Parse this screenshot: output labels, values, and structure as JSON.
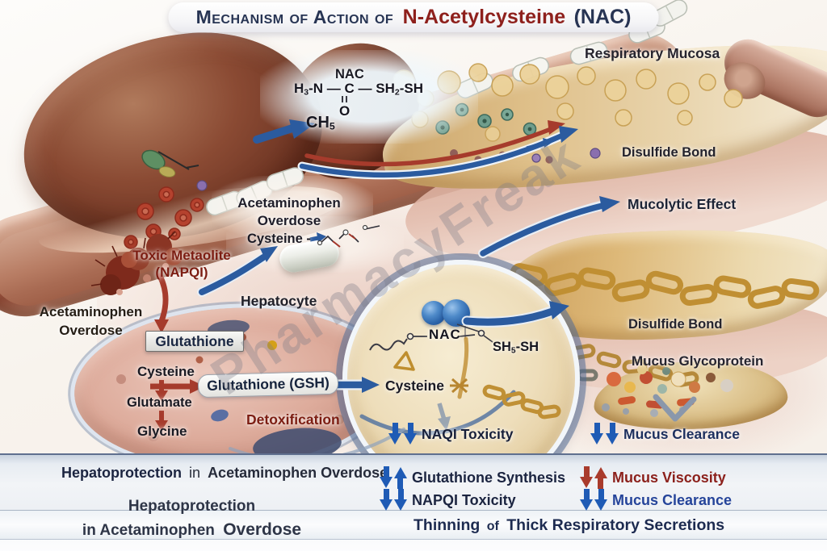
{
  "title": {
    "prefix": "Mechanism of Action of",
    "drug": "N-Acetylcysteine",
    "suffix": "(NAC)"
  },
  "watermark": "PharmacyFreak",
  "chem": {
    "nac_top": "NAC",
    "formula_a": "H",
    "formula_a_sub": "3",
    "formula_b": "-N — C — SH",
    "formula_b_sub": "2",
    "formula_c": "-SH",
    "oxygen": "O",
    "ch": "CH",
    "ch_sub": "5",
    "sh": "SH",
    "sh_sub": "5",
    "sh_rest": "-SH",
    "nac_circle": "NAC"
  },
  "labels": {
    "respiratory_mucosa": "Respiratory Mucosa",
    "overdose_l1": "Acetaminophen",
    "overdose_l2": "Overdose",
    "disulfide_bond": "Disulfide Bond",
    "mucolytic_effect": "Mucolytic Effect",
    "cysteine_dash": "Cysteine -",
    "toxic_l1": "Toxic Metaolite",
    "toxic_l2": "(NAPQI)",
    "hepatocyte": "Hepatocyte",
    "glutathione": "Glutathione",
    "cysteine": "Cysteine",
    "glutamate": "Glutamate",
    "glycine": "Glycine",
    "gsh": "Glutathione (GSH)",
    "detoxification": "Detoxification",
    "naqi_toxicity": "NAQI Toxicity",
    "mucus_glycoprotein": "Mucus Glycoprotein",
    "mucus_clearance": "Mucus Clearance"
  },
  "summary": {
    "hep_bold": "Hepatoprotection",
    "hep_in": "in",
    "hep_rest": "Acetaminophen Overdose",
    "hep2_l1": "Hepatoprotection",
    "hep2_l2a": "in Acetaminophen",
    "hep2_l2b": "Overdose",
    "glutathione_synthesis": "Glutathione Synthesis",
    "napqi_toxicity": "NAPQI Toxicity",
    "mucus_viscosity": "Mucus Viscosity",
    "mucus_clearance": "Mucus Clearance",
    "thin_bold": "Thinning",
    "thin_of": "of",
    "thin_rest": "Thick Respiratory Secretions"
  },
  "icons": {
    "up_arrow": "increase-arrow",
    "down_arrow": "decrease-arrow"
  },
  "colors": {
    "navy": "#233050",
    "dark_red": "#8a1f16",
    "arrow_blue": "#2b5b9f",
    "arrow_red": "#a63b2c",
    "summary_blue": "#1f5bb5",
    "gold": "#d9b878"
  }
}
